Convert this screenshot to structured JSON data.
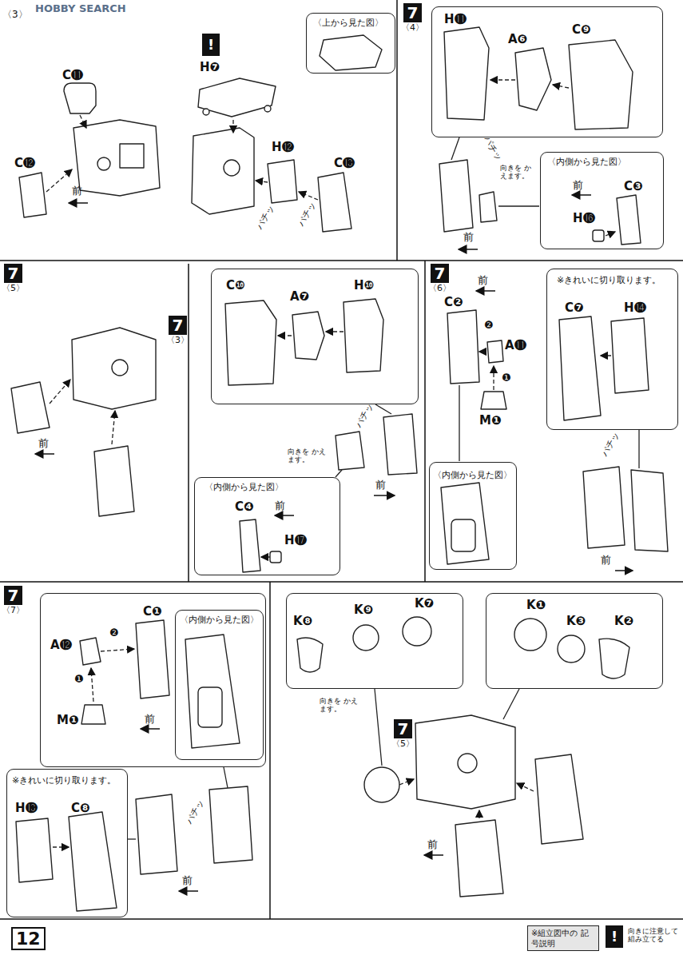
{
  "diagram": {
    "nodes": [
      {
        "text": [
          "!"
        ]
      },
      {
        "text": [
          "〈上から見た図〉"
        ]
      },
      {
        "text": [
          "7",
          "〈4〉"
        ]
      },
      {
        "text": [
          "H⓫",
          "A❻",
          "C❾"
        ]
      },
      {
        "text": [
          "〈内側から見た図〉",
          "前",
          "C❸",
          "H⓰"
        ]
      },
      {
        "text": [
          "7",
          "〈5〉"
        ]
      },
      {
        "text": [
          "7",
          "〈3〉"
        ]
      },
      {
        "text": [
          "C❿",
          "A❼",
          "H❿"
        ]
      },
      {
        "text": [
          "〈内側から見た図〉",
          "前",
          "C❹",
          "H⓱"
        ]
      },
      {
        "text": [
          "7",
          "〈6〉"
        ]
      },
      {
        "text": [
          "〈内側から見た図〉"
        ]
      },
      {
        "text": [
          "※きれいに切り取ります。",
          "C❼",
          "H⓮"
        ]
      },
      {
        "text": [
          "7",
          "〈7〉"
        ]
      },
      {
        "text": [
          "C❶",
          "A⓬",
          "❷",
          "❶",
          "M❶",
          "前"
        ]
      },
      {
        "text": [
          "〈内側から見た図〉"
        ],
        "in": 13
      },
      {
        "text": [
          "※きれいに切り取ります。",
          "H⓭",
          "C❽"
        ]
      },
      {
        "text": [
          "K❽",
          "K❾",
          "K❼"
        ]
      },
      {
        "text": [
          "K❶",
          "K❸",
          "K❷"
        ]
      },
      {
        "text": [
          "7",
          "〈5〉"
        ]
      },
      {
        "text": [
          "※組立図中の 記号説明"
        ]
      },
      {
        "text": [
          "!"
        ]
      }
    ],
    "labels": [
      "HOBBY SEARCH",
      "〈3〉",
      "C⓫",
      "C⓬",
      "前",
      "H❼",
      "H⓬",
      "C⓭",
      "パチッ",
      "パチッ",
      "パチッ",
      "向きを かえます。",
      "前",
      "前",
      "パチッ",
      "向きを かえます。",
      "前",
      "前",
      "C❷",
      "❷",
      "A⓫",
      "❶",
      "M❶",
      "パチッ",
      "前",
      "パチッ",
      "前",
      "向きを かえます。",
      "前",
      "12",
      "向きに注意して 組み立てる"
    ]
  }
}
